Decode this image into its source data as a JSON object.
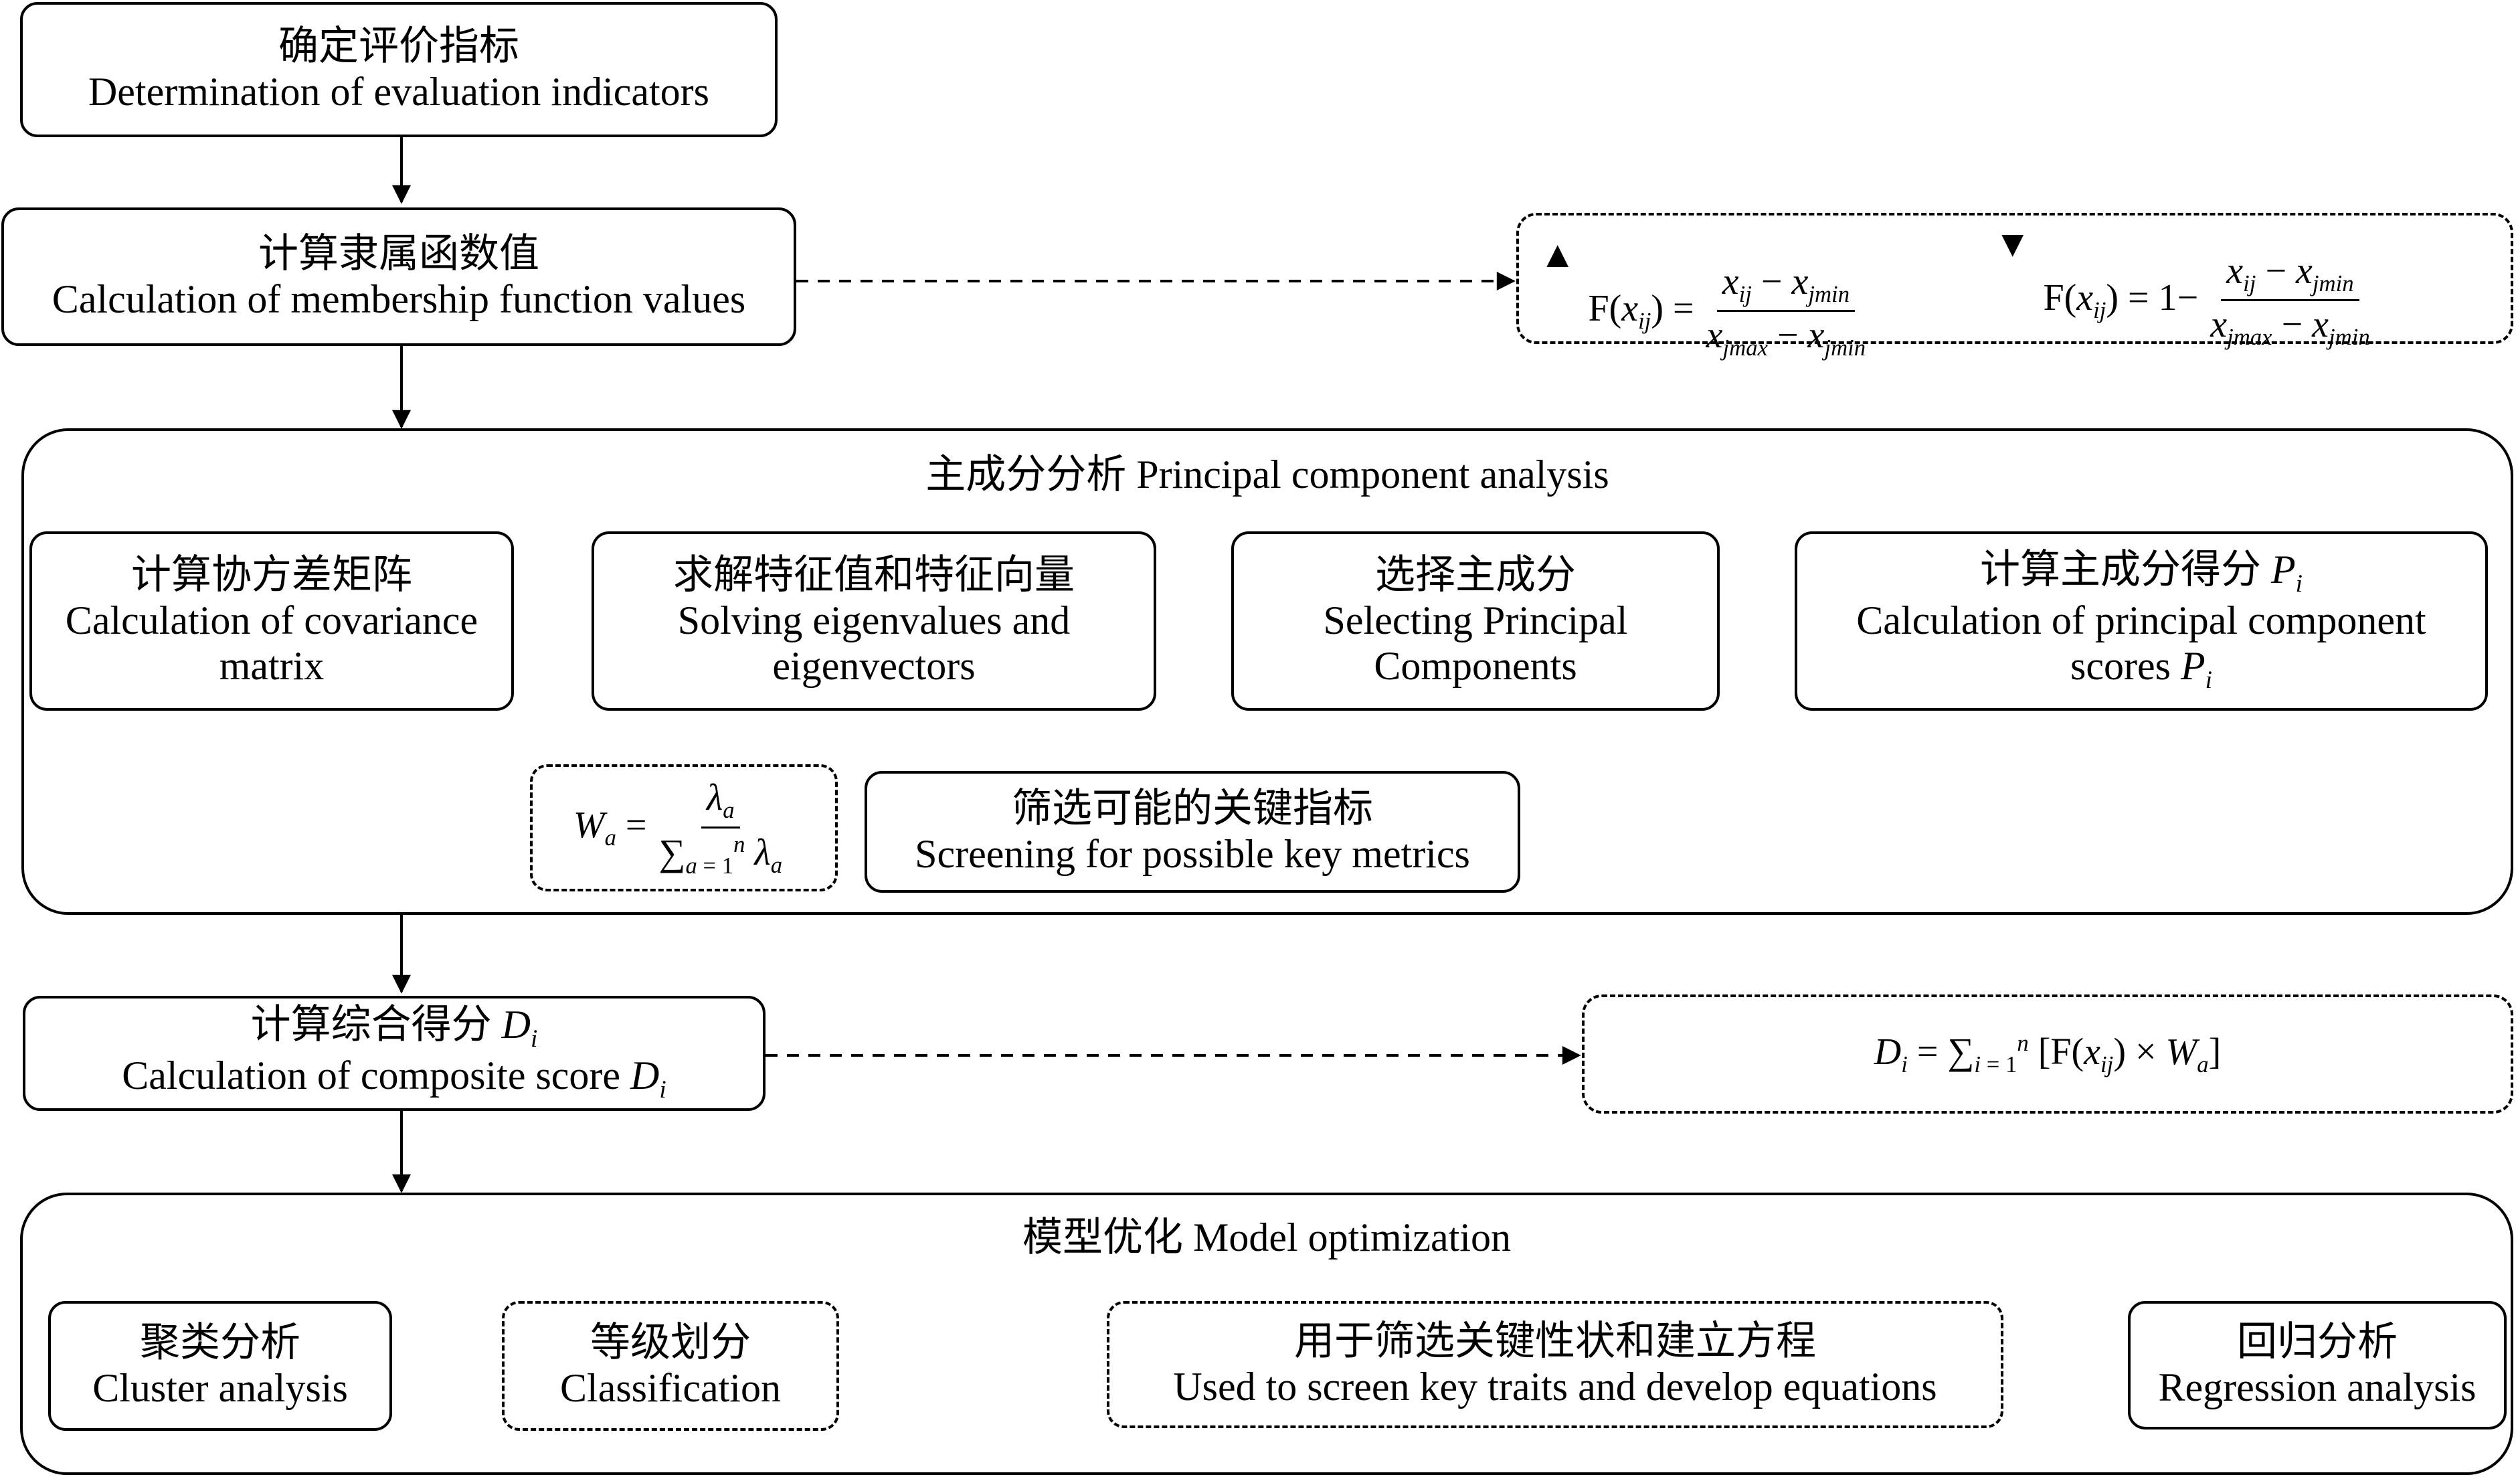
{
  "steps": {
    "determination": {
      "cn": "确定评价指标",
      "en": "Determination of evaluation indicators"
    },
    "membership": {
      "cn": "计算隶属函数值",
      "en": "Calculation of membership function values"
    },
    "pca": {
      "title": "主成分分析 Principal component analysis",
      "covariance": {
        "cn": "计算协方差矩阵",
        "en1": "Calculation of covariance",
        "en2": "matrix"
      },
      "eigen": {
        "cn": "求解特征值和特征向量",
        "en1": "Solving eigenvalues and",
        "en2": "eigenvectors"
      },
      "select": {
        "cn": "选择主成分",
        "en1": "Selecting Principal",
        "en2": "Components"
      },
      "scores": {
        "cn": "计算主成分得分",
        "en1": "Calculation of  principal component",
        "en2": "scores"
      },
      "screening": {
        "cn": "筛选可能的关键指标",
        "en": "Screening for possible key metrics"
      }
    },
    "composite": {
      "cn": "计算综合得分",
      "en": "Calculation of composite score"
    },
    "model": {
      "title": "模型优化 Model optimization",
      "cluster": {
        "cn": "聚类分析",
        "en": "Cluster analysis"
      },
      "classification": {
        "cn": "等级划分",
        "en": "Classification"
      },
      "screen": {
        "cn": "用于筛选关键性状和建立方程",
        "en": "Used to screen key traits and develop equations"
      },
      "regression": {
        "cn": "回归分析",
        "en": "Regression analysis"
      }
    }
  },
  "formulas": {
    "positive_marker": "▲",
    "negative_marker": "▼"
  }
}
